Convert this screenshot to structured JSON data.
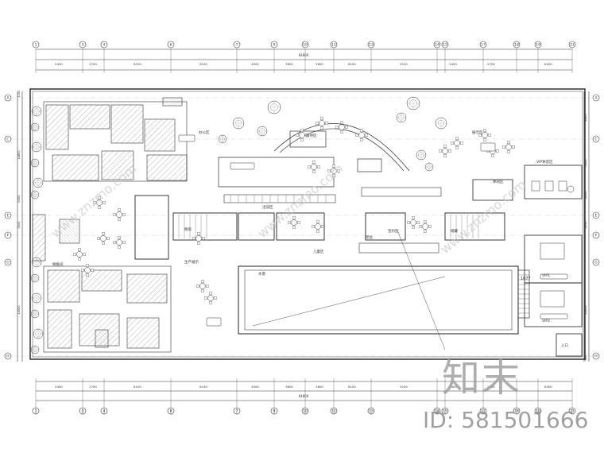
{
  "drawing": {
    "axis_top_row1_dims": [
      "5400",
      "2700",
      "8100",
      "8100",
      "4500",
      "3600",
      "3600",
      "8100",
      "9100",
      "2400",
      "2700",
      "6400"
    ],
    "axis_total": "64800",
    "axis_bottom_dims": [
      "5400",
      "2700",
      "8100",
      "8100",
      "4500",
      "3600",
      "3600",
      "8100",
      "9100",
      "2400",
      "2700",
      "6400"
    ],
    "col_labels": [
      "1",
      "3",
      "4",
      "6",
      "7",
      "9",
      "10",
      "11",
      "13",
      "14",
      "15",
      "17",
      "18",
      "19",
      "21"
    ],
    "row_labels": [
      "A",
      "C",
      "E",
      "F",
      "G",
      "H"
    ],
    "left_dims": [
      "1100",
      "14800",
      "6300",
      "3000",
      "14300"
    ],
    "right_dims": [
      "4800",
      "6400",
      "4300",
      "3000",
      "14300",
      "800"
    ],
    "room_labels": [
      {
        "id": "vip_rest",
        "text": "VIP休息区"
      },
      {
        "id": "vip1",
        "text": "VIP1"
      },
      {
        "id": "vip2",
        "text": "VIP2"
      },
      {
        "id": "display",
        "text": "展示区"
      },
      {
        "id": "office",
        "text": "办公区"
      },
      {
        "id": "product",
        "text": "生产展示"
      },
      {
        "id": "pool_label",
        "text": "水景"
      },
      {
        "id": "reception",
        "text": "接待区"
      },
      {
        "id": "kitchen",
        "text": "厨房"
      },
      {
        "id": "lounge",
        "text": "洽谈区"
      },
      {
        "id": "bar",
        "text": "吧台"
      },
      {
        "id": "store",
        "text": "储藏"
      },
      {
        "id": "sign_area",
        "text": "签约区"
      },
      {
        "id": "kids",
        "text": "儿童区"
      },
      {
        "id": "model_home",
        "text": "样板间"
      },
      {
        "id": "leisure",
        "text": "休闲区"
      },
      {
        "id": "entry",
        "text": "入口"
      },
      {
        "id": "door_num",
        "text": "1077"
      }
    ],
    "watermark": "知末",
    "watermark_id": "ID: 581501666",
    "diag_watermark": "www.znzmo.com"
  }
}
